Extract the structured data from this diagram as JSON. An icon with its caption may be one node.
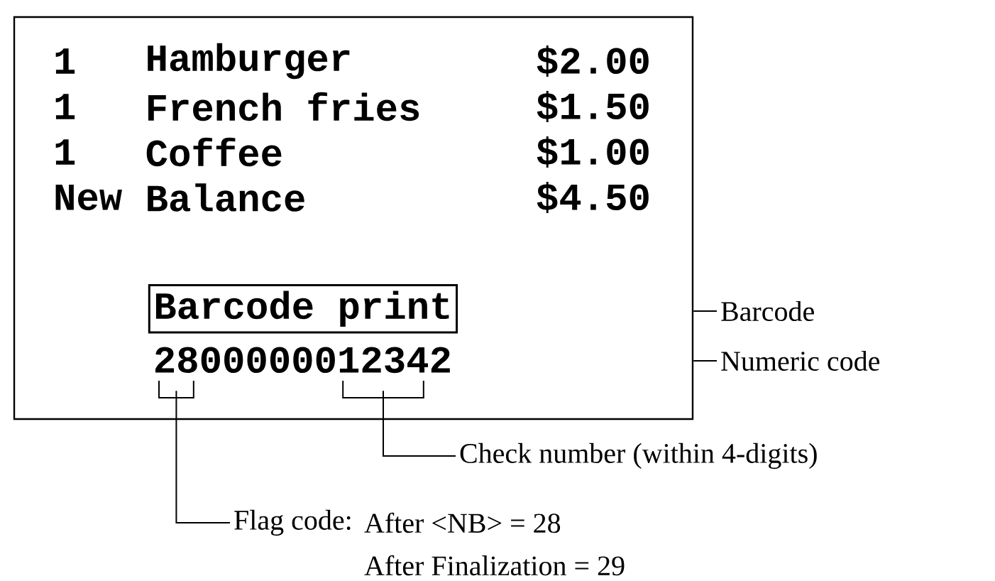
{
  "diagram": {
    "nodes": [
      {
        "text": [],
        "shape": "box"
      },
      {
        "text": [
          "Barcode print"
        ],
        "in": 0
      },
      {
        "text": [
          "2800000012342"
        ],
        "in": 0
      },
      {
        "text": [
          "Barcode"
        ]
      },
      {
        "text": [
          "Numeric code"
        ]
      },
      {
        "text": [
          "Check number (within 4-digits)"
        ]
      },
      {
        "text": [
          "Flag code:"
        ],
        "beside": [
          "After <NB> = 28",
          "After Finalization = 29"
        ]
      }
    ],
    "edges": [
      {
        "from": 3,
        "to": 0,
        "arrow": "none"
      },
      {
        "from": 4,
        "to": 0,
        "arrow": "none"
      },
      {
        "from": 5,
        "to": 2,
        "arrow": "none"
      },
      {
        "from": 6,
        "to": 2,
        "arrow": "none"
      }
    ],
    "labels": [
      "1",
      "Hamburger",
      "$2.00",
      "1",
      "French fries",
      "$1.50",
      "1",
      "Coffee",
      "$1.00",
      "New",
      "Balance",
      "$4.50"
    ]
  }
}
